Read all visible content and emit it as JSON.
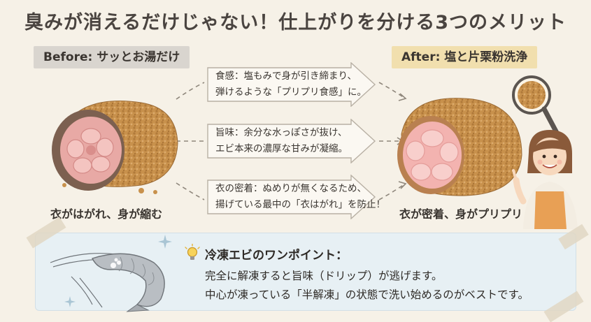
{
  "title": "臭みが消えるだけじゃない！仕上がりを分ける3つのメリット",
  "before": {
    "tag": "Before: サッとお湯だけ",
    "caption": "衣がはがれ、身が縮む"
  },
  "after": {
    "tag": "After: 塩と片栗粉洗浄",
    "caption": "衣が密着、身がプリプリ"
  },
  "benefits": [
    {
      "line1": "食感：塩もみで身が引き締まり、",
      "line2": "弾けるような「プリプリ食感」に。"
    },
    {
      "line1": "旨味：余分な水っぽさが抜け、",
      "line2": "エビ本来の濃厚な甘みが凝縮。"
    },
    {
      "line1": "衣の密着：ぬめりが無くなるため、",
      "line2": "揚げている最中の「衣はがれ」を防止！"
    }
  ],
  "tip": {
    "heading": "冷凍エビのワンポイント：",
    "line1": "完全に解凍すると旨味（ドリップ）が逃げます。",
    "line2": "中心が凍っている「半解凍」の状態で洗い始めるのがベストです。"
  },
  "colors": {
    "background": "#f6f1e7",
    "before_tag": "#d9d5cf",
    "after_tag": "#f1dfae",
    "arrow_fill": "#fbf8f2",
    "arrow_stroke": "#b8b0a4",
    "panel": "#e7f0f4",
    "batter": "#c9944f",
    "shrimp_pink": "#ef9f9c"
  },
  "icons": [
    "lightbulb-icon",
    "magnifier-icon",
    "shrimp-illustration",
    "sparkle-icon"
  ]
}
